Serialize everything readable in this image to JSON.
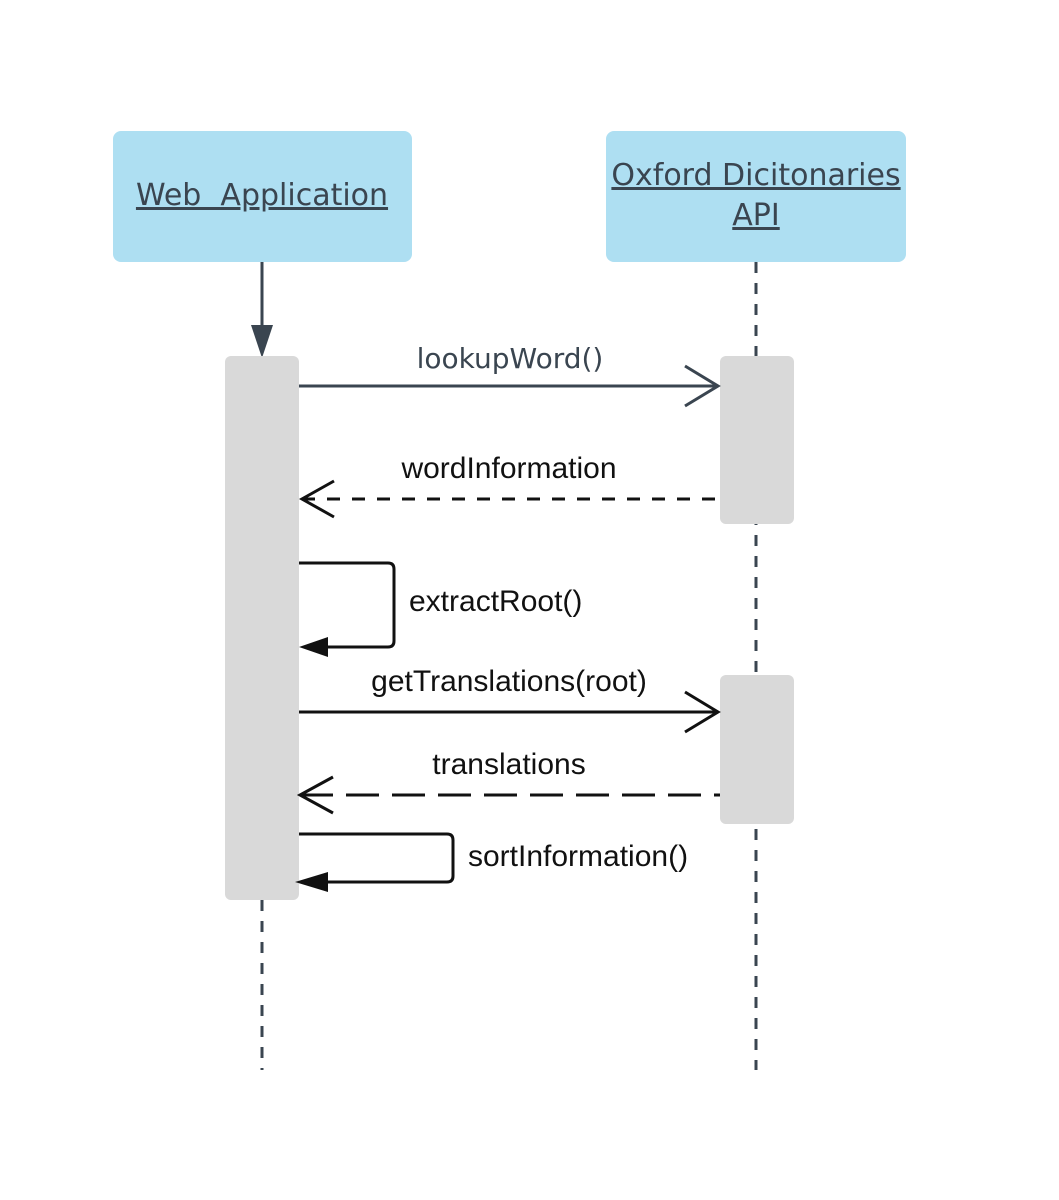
{
  "actors": {
    "web_app": {
      "label": "Web  Application"
    },
    "oxford_api": {
      "label_line1": "Oxford Dicitonaries",
      "label_line2": "API"
    }
  },
  "messages": {
    "lookup_word": "lookupWord()",
    "word_information": "wordInformation",
    "extract_root": "extractRoot()",
    "get_translations": "getTranslations(root)",
    "translations": "translations",
    "sort_information": "sortInformation()"
  },
  "colors": {
    "actor_fill": "#aedff2",
    "activation_fill": "#d9d9d9",
    "lifeline": "#3a4550",
    "arrow_dark": "#3a4550",
    "arrow_black": "#111111"
  }
}
